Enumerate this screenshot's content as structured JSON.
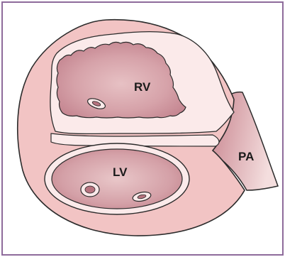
{
  "labels": {
    "rv": "RV",
    "lv": "LV",
    "pa": "PA"
  },
  "colors": {
    "frame_border": "#8e6b9b",
    "myocardium": "#f2c4c4",
    "chamber_lining": "#fbeaea",
    "cavity_edge": "#c98a95",
    "cavity_center": "#dcaeb3",
    "outline": "#2b2b2b",
    "papillary": "#b7737f"
  },
  "structures": [
    "right-ventricle",
    "left-ventricle",
    "pulmonary-artery",
    "interventricular-septum",
    "papillary-muscles"
  ]
}
